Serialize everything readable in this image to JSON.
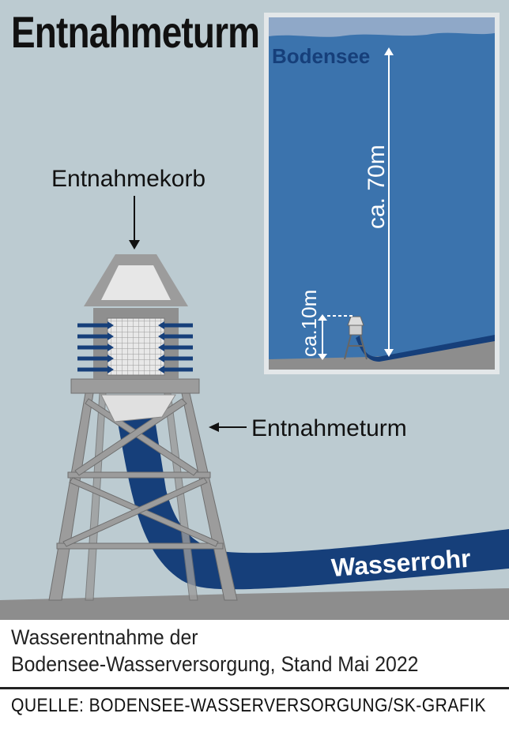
{
  "title": "Entnahmeturm",
  "labels": {
    "basket": "Entnahmekorb",
    "tower": "Entnahmeturm",
    "pipe": "Wasserrohr"
  },
  "inset": {
    "lake": "Bodensee",
    "depth_total": "ca. 70m",
    "depth_intake": "ca.10m"
  },
  "caption": {
    "line1": "Wasserentnahme der",
    "line2": "Bodensee-Wasserversorgung, Stand Mai 2022"
  },
  "source": "QUELLE: BODENSEE-WASSERVERSORGUNG/SK-GRAFIK",
  "colors": {
    "background": "#bccbd1",
    "lake": "#3b73ad",
    "pipe": "#163f7a",
    "tower": "#9c9c9c",
    "ground": "#8d8d8d"
  }
}
